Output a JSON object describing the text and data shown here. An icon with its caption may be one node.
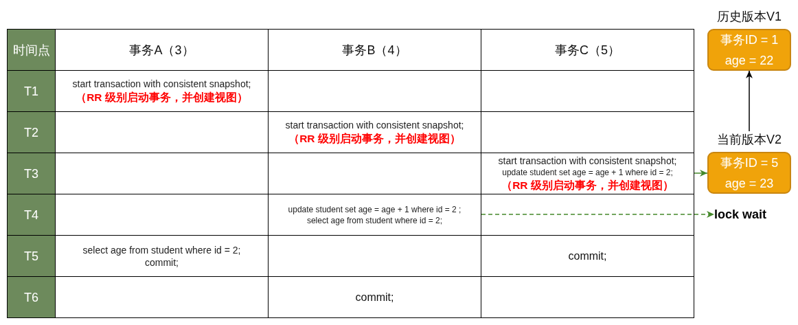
{
  "diagram": {
    "nodes": [
      {
        "text": [
          "时间点"
        ]
      },
      {
        "text": [
          "事务A（3）"
        ]
      },
      {
        "text": [
          "事务B（4）"
        ]
      },
      {
        "text": [
          "事务C（5）"
        ]
      },
      {
        "text": [
          "T1"
        ]
      },
      {
        "text": [
          "start transaction with consistent snapshot;",
          "（RR 级别启动事务，并创建视图）"
        ]
      },
      {
        "text": [
          "T2"
        ]
      },
      {
        "text": [
          "start transaction with consistent snapshot;",
          "（RR 级别启动事务，并创建视图）"
        ]
      },
      {
        "text": [
          "T3"
        ]
      },
      {
        "text": [
          "start transaction with consistent snapshot;",
          "update student set age = age + 1 where id = 2;",
          "（RR 级别启动事务，并创建视图）"
        ]
      },
      {
        "text": [
          "T4"
        ]
      },
      {
        "text": [
          "update student set age = age + 1 where id = 2 ;",
          "select age from student where id = 2;"
        ]
      },
      {
        "text": [
          "T5"
        ]
      },
      {
        "text": [
          "select age from student where id = 2;",
          "commit;"
        ]
      },
      {
        "text": [
          "commit;"
        ]
      },
      {
        "text": [
          "T6"
        ]
      },
      {
        "text": [
          "commit;"
        ]
      },
      {
        "text": [
          "历史版本V1",
          "事务ID = 1",
          "age = 22"
        ]
      },
      {
        "text": [
          "当前版本V2",
          "事务ID = 5",
          "age = 23"
        ]
      },
      {
        "text": [
          "lock wait"
        ]
      }
    ],
    "edges": [
      {
        "from": 9,
        "to": 18,
        "arrow": "to"
      },
      {
        "from": 18,
        "to": 17,
        "arrow": "to",
        "color": "#000000"
      },
      {
        "from": 11,
        "to": 19,
        "arrow": "to",
        "style": "dashed"
      }
    ]
  }
}
